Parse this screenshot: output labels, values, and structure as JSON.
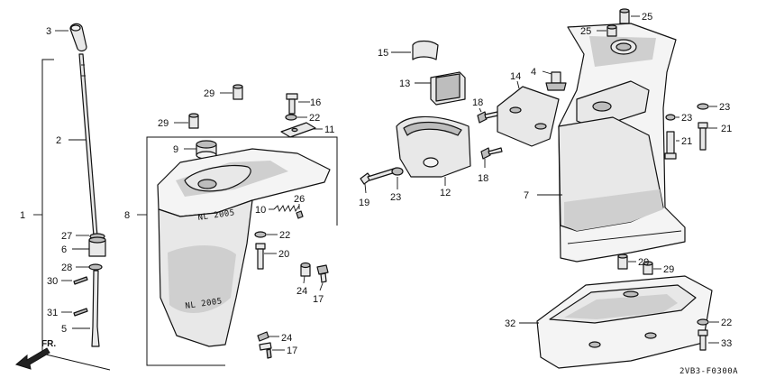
{
  "diagram": {
    "code": "2VB3-F0300A",
    "direction_label": "FR.",
    "callouts": {
      "c1": "1",
      "c2": "2",
      "c3": "3",
      "c4": "4",
      "c5": "5",
      "c6": "6",
      "c7": "7",
      "c8": "8",
      "c9": "9",
      "c10": "10",
      "c11": "11",
      "c12": "12",
      "c13": "13",
      "c14": "14",
      "c15": "15",
      "c16": "16",
      "c17a": "17",
      "c17b": "17",
      "c18a": "18",
      "c18b": "18",
      "c19": "19",
      "c20": "20",
      "c21a": "21",
      "c21b": "21",
      "c22a": "22",
      "c22b": "22",
      "c22c": "22",
      "c23a": "23",
      "c23b": "23",
      "c23c": "23",
      "c24a": "24",
      "c24b": "24",
      "c25a": "25",
      "c25b": "25",
      "c26": "26",
      "c27": "27",
      "c28": "28",
      "c29a": "29",
      "c29b": "29",
      "c29c": "29",
      "c29d": "29",
      "c30": "30",
      "c31": "31",
      "c32": "32",
      "c33": "33"
    }
  }
}
